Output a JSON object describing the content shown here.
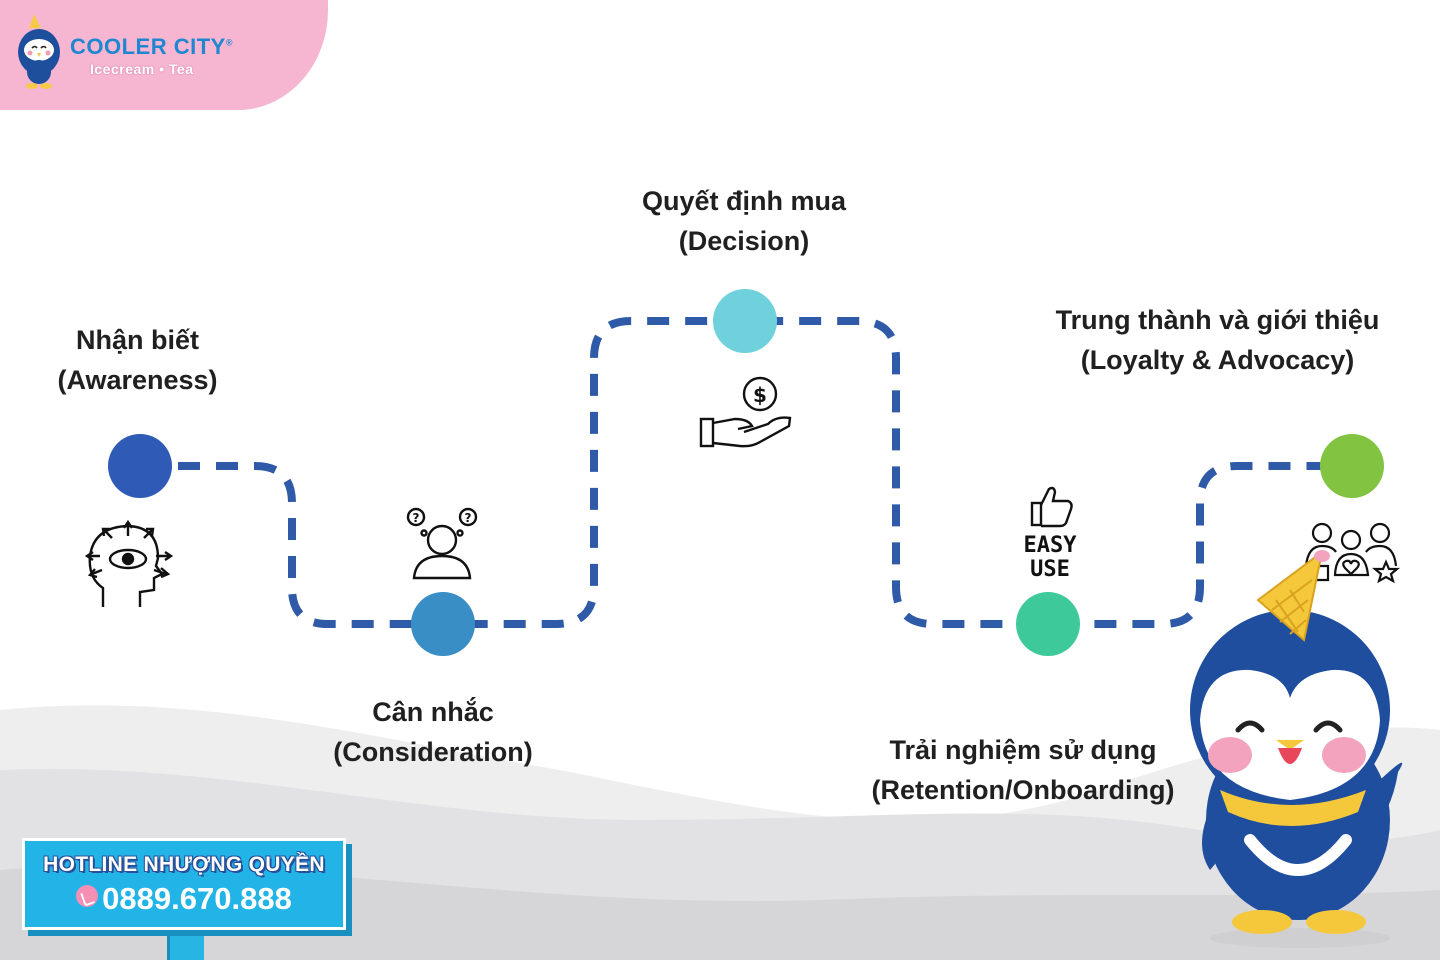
{
  "brand": {
    "name": "COOLER CITY",
    "registered": "®",
    "tagline": "Icecream • Tea",
    "mascot_icon": "penguin-mascot-icon"
  },
  "stages": [
    {
      "title": "Nhận biết",
      "subtitle": "(Awareness)",
      "dot_color": "#2f5bb7",
      "icon": "eye-head-icon"
    },
    {
      "title": "Cân nhắc",
      "subtitle": "(Consideration)",
      "dot_color": "#3a8ec6",
      "icon": "thinking-person-icon"
    },
    {
      "title": "Quyết định mua",
      "subtitle": "(Decision)",
      "dot_color": "#6fd1db",
      "icon": "hand-coin-icon"
    },
    {
      "title": "Trải nghiệm sử dụng",
      "subtitle": "(Retention/Onboarding)",
      "dot_color": "#3ec99b",
      "icon": "thumbs-up-easy-use-icon"
    },
    {
      "title": "Trung thành và giới thiệu",
      "subtitle": "(Loyalty & Advocacy)",
      "dot_color": "#82c341",
      "icon": "community-icon"
    }
  ],
  "easy_use": {
    "line1": "EASY",
    "line2": "USE"
  },
  "coin_symbol": "$",
  "path_color": "#2f5aa8",
  "hotline": {
    "title": "HOTLINE NHƯỢNG QUYỀN",
    "phone": "0889.670.888",
    "phone_icon": "phone-icon",
    "bg_color": "#22b4e6"
  },
  "mascot": {
    "icon": "penguin-with-ice-cream-hat-icon"
  }
}
